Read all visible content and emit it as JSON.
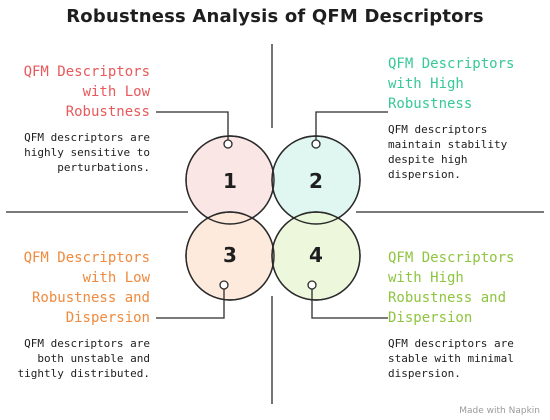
{
  "title": "Robustness Analysis of QFM Descriptors",
  "quadrants": [
    {
      "number": "1",
      "heading": "QFM Descriptors\nwith Low\nRobustness",
      "description": "QFM descriptors are\nhighly sensitive to\nperturbations.",
      "color": "#e8595c",
      "fill": "#fbe3e3"
    },
    {
      "number": "2",
      "heading": "QFM Descriptors\nwith High\nRobustness",
      "description": "QFM descriptors\nmaintain stability\ndespite high\ndispersion.",
      "color": "#37c89a",
      "fill": "#dcf6ee"
    },
    {
      "number": "3",
      "heading": "QFM Descriptors\nwith Low\nRobustness and\nDispersion",
      "description": "QFM descriptors are\nboth unstable and\ntightly distributed.",
      "color": "#f08a3e",
      "fill": "#fde8d8"
    },
    {
      "number": "4",
      "heading": "QFM Descriptors\nwith High\nRobustness and\nDispersion",
      "description": "QFM descriptors are\nstable with minimal\ndispersion.",
      "color": "#8fc43f",
      "fill": "#eaf6d8"
    }
  ],
  "footer": "Made with  Napkin"
}
